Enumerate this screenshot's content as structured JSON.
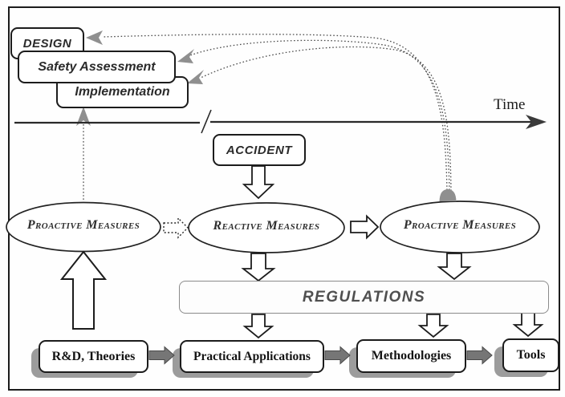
{
  "lifecycle": {
    "design": "DESIGN",
    "safety_assessment": "Safety Assessment",
    "implementation": "Implementation"
  },
  "timeline": {
    "axis_label": "Time"
  },
  "event": {
    "accident": "ACCIDENT"
  },
  "measures": {
    "proactive_before": "Proactive Measures",
    "reactive": "Reactive Measures",
    "proactive_after": "Proactive Measures"
  },
  "regulations": {
    "label": "REGULATIONS"
  },
  "foundations": {
    "rd_theories": "R&D, Theories",
    "practical_applications": "Practical Applications",
    "methodologies": "Methodologies",
    "tools": "Tools"
  },
  "colors": {
    "ink": "#1c1c1c",
    "gray_accent": "#8f8f8f",
    "solid_arrow_gray": "#767676",
    "shadow_gray": "#9c9c9c",
    "regulations_text": "#4f4f4f"
  }
}
